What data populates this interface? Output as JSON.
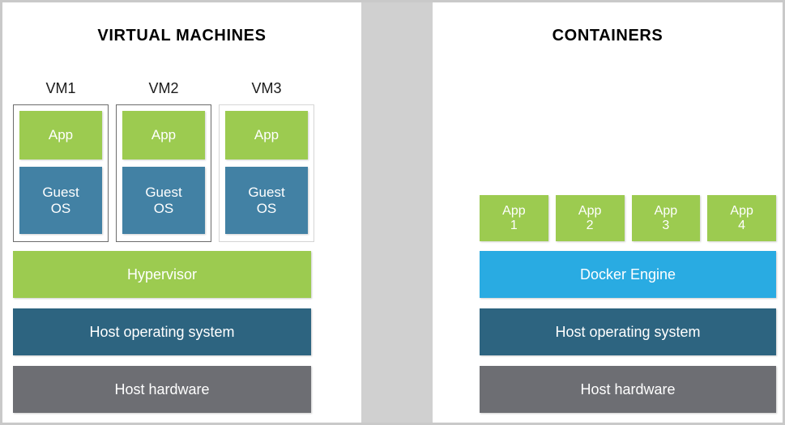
{
  "left_panel": {
    "title": "VIRTUAL MACHINES",
    "vm_labels": [
      "VM1",
      "VM2",
      "VM3"
    ],
    "vms": [
      {
        "app": "App",
        "guest": "Guest\nOS"
      },
      {
        "app": "App",
        "guest": "Guest\nOS"
      },
      {
        "app": "App",
        "guest": "Guest\nOS"
      }
    ],
    "bars": [
      {
        "label": "Hypervisor",
        "color": "#9ccb50"
      },
      {
        "label": "Host operating system",
        "color": "#2d6480"
      },
      {
        "label": "Host hardware",
        "color": "#6d6e73"
      }
    ]
  },
  "right_panel": {
    "title": "CONTAINERS",
    "apps": [
      "App\n1",
      "App\n2",
      "App\n3",
      "App\n4"
    ],
    "bars": [
      {
        "label": "Docker Engine",
        "color": "#29abe2"
      },
      {
        "label": "Host operating system",
        "color": "#2d6480"
      },
      {
        "label": "Host hardware",
        "color": "#6d6e73"
      }
    ]
  },
  "colors": {
    "app_green": "#9ccb50",
    "guest_blue": "#4281a4",
    "docker_blue": "#29abe2",
    "host_os_blue": "#2d6480",
    "host_hw_gray": "#6d6e73",
    "divider_gray": "#d0d0d0",
    "background": "#ffffff"
  }
}
